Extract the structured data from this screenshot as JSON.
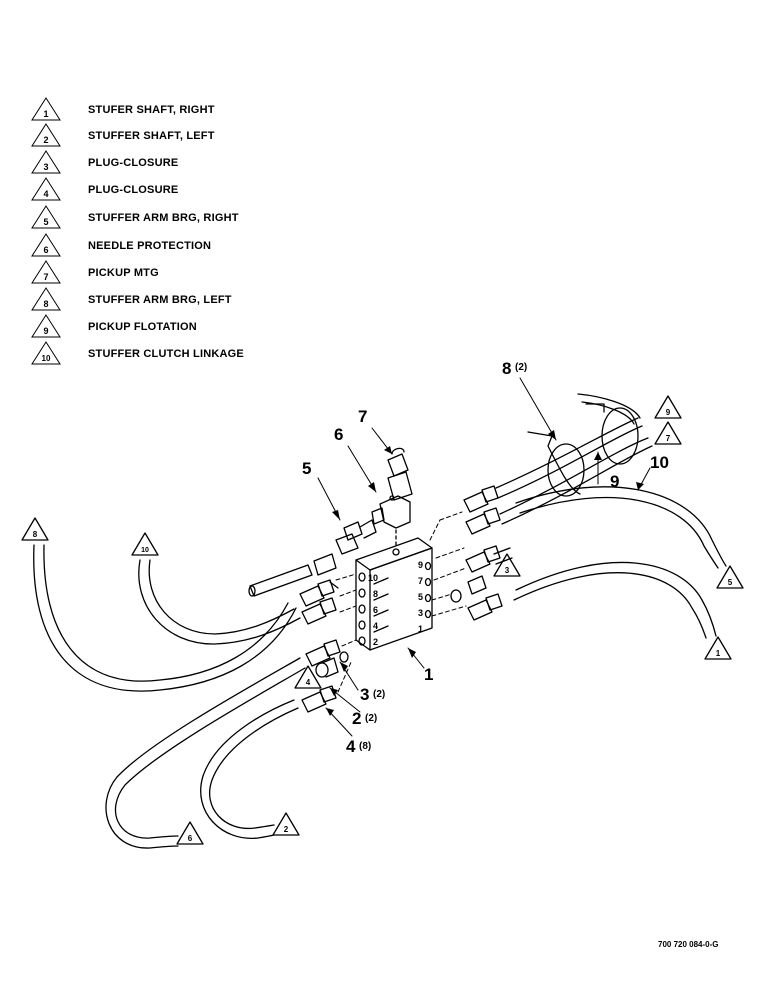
{
  "legend": [
    {
      "num": "1",
      "label": "STUFER SHAFT, RIGHT"
    },
    {
      "num": "2",
      "label": "STUFFER SHAFT, LEFT"
    },
    {
      "num": "3",
      "label": "PLUG-CLOSURE"
    },
    {
      "num": "4",
      "label": "PLUG-CLOSURE"
    },
    {
      "num": "5",
      "label": "STUFFER ARM BRG, RIGHT"
    },
    {
      "num": "6",
      "label": "NEEDLE PROTECTION"
    },
    {
      "num": "7",
      "label": "PICKUP MTG"
    },
    {
      "num": "8",
      "label": "STUFFER ARM BRG, LEFT"
    },
    {
      "num": "9",
      "label": "PICKUP FLOTATION"
    },
    {
      "num": "10",
      "label": "STUFFER CLUTCH LINKAGE"
    }
  ],
  "callouts": {
    "c1": "1",
    "c2": "2",
    "c2q": "(2)",
    "c3": "3",
    "c3q": "(2)",
    "c4": "4",
    "c4q": "(8)",
    "c5": "5",
    "c6": "6",
    "c7": "7",
    "c8": "8",
    "c8q": "(2)",
    "c9": "9",
    "c10": "10"
  },
  "hose_ends": {
    "t1": "1",
    "t2": "2",
    "t3": "3",
    "t4": "4",
    "t5": "5",
    "t6": "6",
    "t7": "7",
    "t8": "8",
    "t9": "9",
    "t10": "10"
  },
  "ports": {
    "p10": "10",
    "p8": "8",
    "p6": "6",
    "p4": "4",
    "p2": "2",
    "p9": "9",
    "p7": "7",
    "p5": "5",
    "p3": "3",
    "p1": "1"
  },
  "drawing_number": "700 720 084-0-G"
}
